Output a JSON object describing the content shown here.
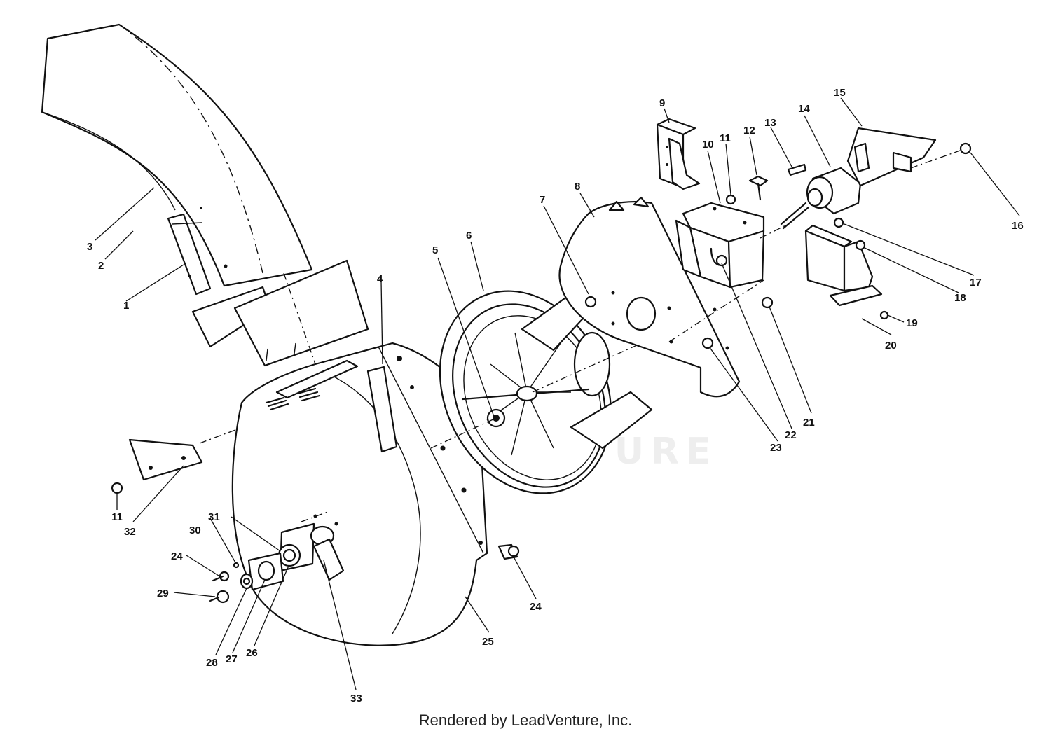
{
  "footer_credit": "Rendered by LeadVenture, Inc.",
  "watermark_text": "LEADVENTURE",
  "callouts": {
    "n1": "1",
    "n2": "2",
    "n3": "3",
    "n4": "4",
    "n5": "5",
    "n6": "6",
    "n7": "7",
    "n8": "8",
    "n9": "9",
    "n10": "10",
    "n11": "11",
    "n12": "12",
    "n13": "13",
    "n14": "14",
    "n15": "15",
    "n16": "16",
    "n17": "17",
    "n18": "18",
    "n19": "19",
    "n20": "20",
    "n21": "21",
    "n22": "22",
    "n23": "23",
    "n24": "24",
    "n25": "25",
    "n26": "26",
    "n27": "27",
    "n28": "28",
    "n29": "29",
    "n30": "30",
    "n31": "31",
    "n32": "32",
    "n33": "33"
  },
  "colors": {
    "line": "#111111",
    "watermark": "#eeeeee",
    "background": "#ffffff"
  }
}
